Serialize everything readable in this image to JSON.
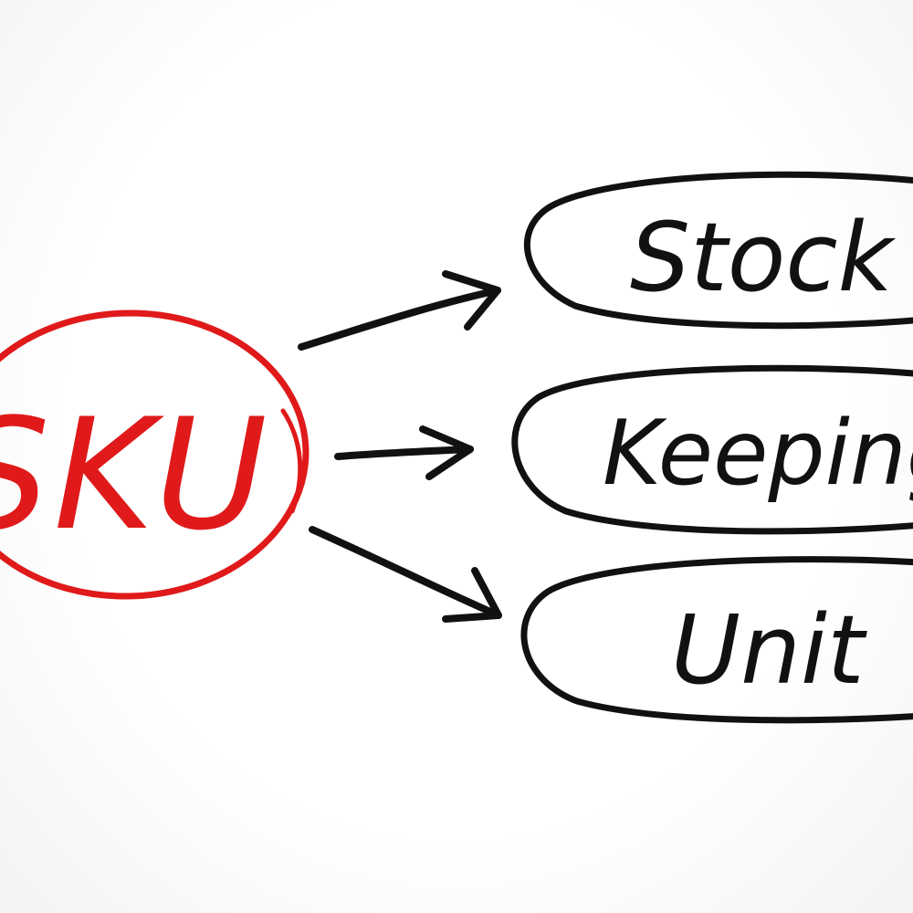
{
  "diagram": {
    "center": {
      "label": "SKU",
      "color": "#e01a1a"
    },
    "branches": [
      {
        "label": "Stock"
      },
      {
        "label": "Keeping"
      },
      {
        "label": "Unit"
      }
    ],
    "ink_color": "#111111"
  }
}
